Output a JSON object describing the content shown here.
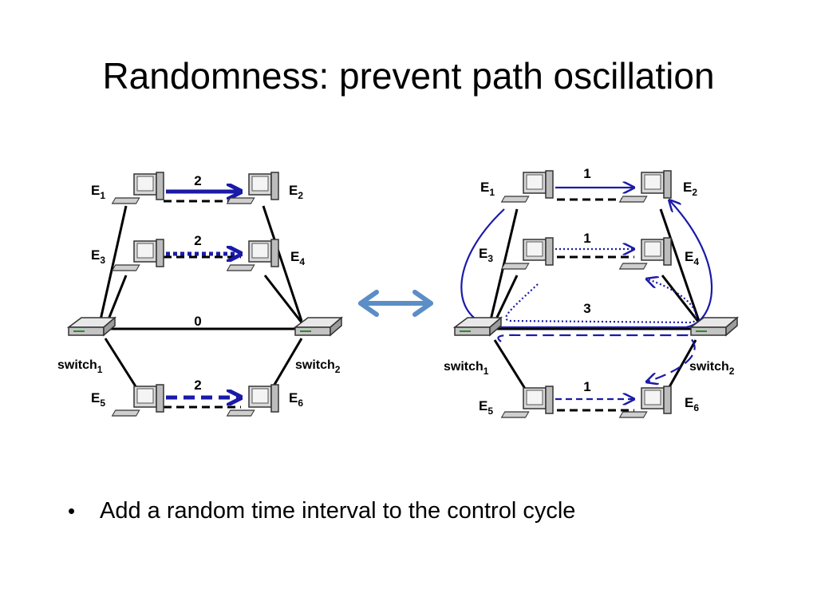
{
  "slide": {
    "title": "Randomness: prevent path oscillation",
    "bullets": [
      "Add a random time interval to the control cycle"
    ]
  },
  "colors": {
    "flow_blue": "#1a1aa8",
    "exchange_arrow": "#5b8ec6",
    "link": "#000000"
  },
  "left": {
    "nodes": {
      "e1": "E1",
      "e2": "E2",
      "e3": "E3",
      "e4": "E4",
      "e5": "E5",
      "e6": "E6",
      "sw1": "switch1",
      "sw2": "switch2"
    },
    "flow_labels": {
      "f12": "2",
      "f34": "2",
      "fsw": "0",
      "f56": "2"
    }
  },
  "right": {
    "nodes": {
      "e1": "E1",
      "e2": "E2",
      "e3": "E3",
      "e4": "E4",
      "e5": "E5",
      "e6": "E6",
      "sw1": "switch1",
      "sw2": "switch2"
    },
    "flow_labels": {
      "f12": "1",
      "f34": "1",
      "fsw": "3",
      "f56": "1"
    }
  },
  "icons": {
    "computer": "computer-icon",
    "switch": "network-switch-icon",
    "exchange": "double-arrow-icon"
  }
}
